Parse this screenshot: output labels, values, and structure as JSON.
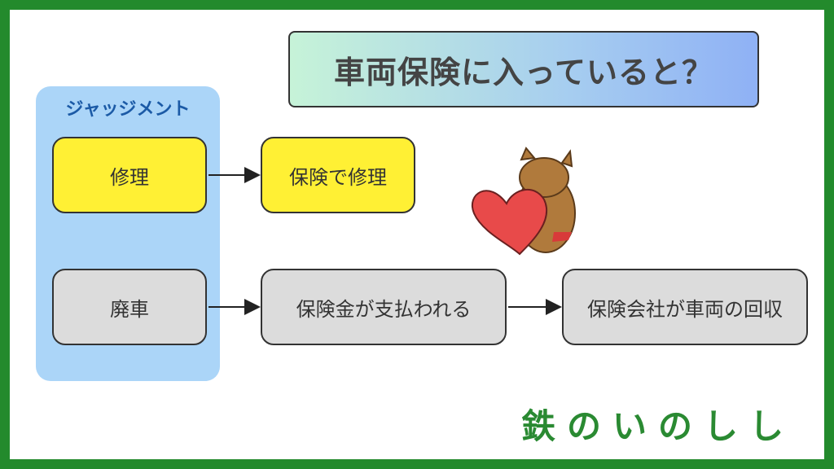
{
  "title": "車両保険に入っていると？",
  "panel_label": "ジャッジメント",
  "boxes": {
    "repair": "修理",
    "repair_insurance": "保険で修理",
    "scrap": "廃車",
    "payout": "保険金が支払われる",
    "collect": "保険会社が車両の回収"
  },
  "logo": "鉄のいのしし",
  "colors": {
    "border": "#238a2c",
    "panel": "#abd5f8",
    "yellow": "#fff034",
    "gray": "#dcdcdc"
  }
}
